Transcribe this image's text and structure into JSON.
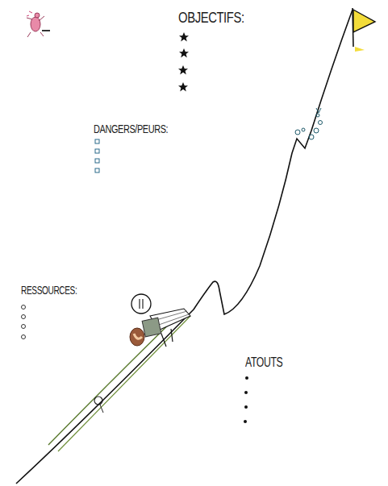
{
  "diagram": {
    "labels": [
      "OBJECTIFS:",
      "DANGERS/PEURS:",
      "RESSOURCES:",
      "ATOUTS"
    ]
  }
}
